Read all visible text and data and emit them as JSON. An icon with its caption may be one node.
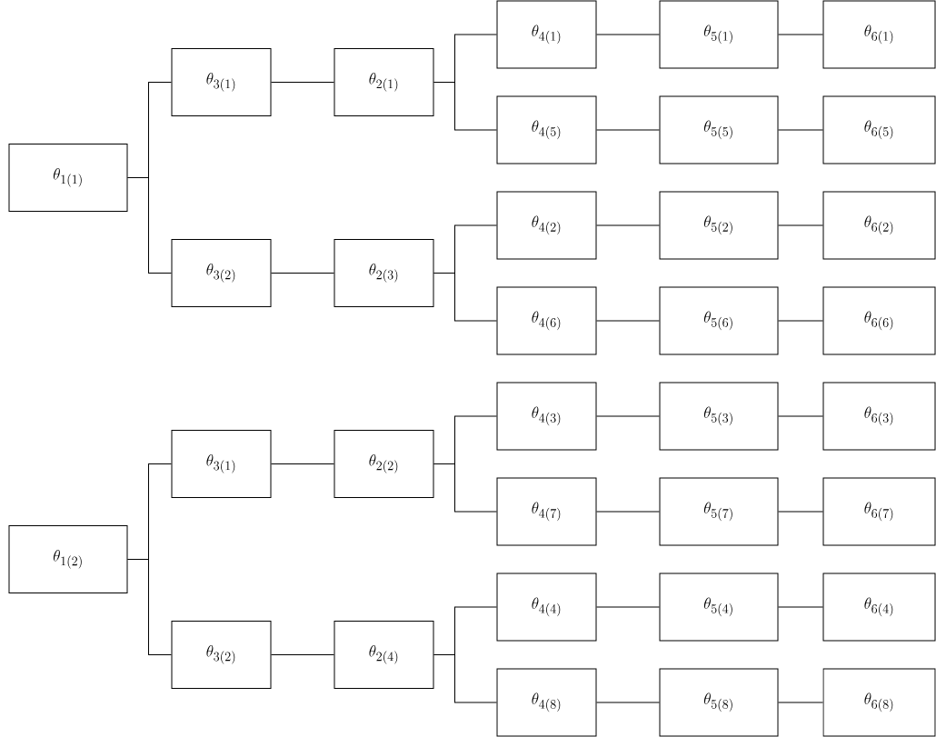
{
  "diagram": {
    "nodes": [
      {
        "text": [
          "\\theta_{1(1)}"
        ]
      },
      {
        "text": [
          "\\theta_{3(1)}"
        ]
      },
      {
        "text": [
          "\\theta_{2(1)}"
        ]
      },
      {
        "text": [
          "\\theta_{4(1)}"
        ]
      },
      {
        "text": [
          "\\theta_{5(1)}"
        ]
      },
      {
        "text": [
          "\\theta_{6(1)}"
        ]
      },
      {
        "text": [
          "\\theta_{4(5)}"
        ]
      },
      {
        "text": [
          "\\theta_{5(5)}"
        ]
      },
      {
        "text": [
          "\\theta_{6(5)}"
        ]
      },
      {
        "text": [
          "\\theta_{3(2)}"
        ]
      },
      {
        "text": [
          "\\theta_{2(3)}"
        ]
      },
      {
        "text": [
          "\\theta_{4(2)}"
        ]
      },
      {
        "text": [
          "\\theta_{5(2)}"
        ]
      },
      {
        "text": [
          "\\theta_{6(2)}"
        ]
      },
      {
        "text": [
          "\\theta_{4(6)}"
        ]
      },
      {
        "text": [
          "\\theta_{5(6)}"
        ]
      },
      {
        "text": [
          "\\theta_{6(6)}"
        ]
      },
      {
        "text": [
          "\\theta_{1(2)}"
        ]
      },
      {
        "text": [
          "\\theta_{3(1)}"
        ]
      },
      {
        "text": [
          "\\theta_{2(2)}"
        ]
      },
      {
        "text": [
          "\\theta_{4(3)}"
        ]
      },
      {
        "text": [
          "\\theta_{5(3)}"
        ]
      },
      {
        "text": [
          "\\theta_{6(3)}"
        ]
      },
      {
        "text": [
          "\\theta_{4(7)}"
        ]
      },
      {
        "text": [
          "\\theta_{5(7)}"
        ]
      },
      {
        "text": [
          "\\theta_{6(7)}"
        ]
      },
      {
        "text": [
          "\\theta_{3(2)}"
        ]
      },
      {
        "text": [
          "\\theta_{2(4)}"
        ]
      },
      {
        "text": [
          "\\theta_{4(4)}"
        ]
      },
      {
        "text": [
          "\\theta_{5(4)}"
        ]
      },
      {
        "text": [
          "\\theta_{6(4)}"
        ]
      },
      {
        "text": [
          "\\theta_{4(8)}"
        ]
      },
      {
        "text": [
          "\\theta_{5(8)}"
        ]
      },
      {
        "text": [
          "\\theta_{6(8)}"
        ]
      }
    ],
    "edges": [
      {
        "from": 0,
        "to": 1,
        "arrow": "none"
      },
      {
        "from": 0,
        "to": 9,
        "arrow": "none"
      },
      {
        "from": 1,
        "to": 2,
        "arrow": "none"
      },
      {
        "from": 2,
        "to": 3,
        "arrow": "none"
      },
      {
        "from": 2,
        "to": 6,
        "arrow": "none"
      },
      {
        "from": 3,
        "to": 4,
        "arrow": "none"
      },
      {
        "from": 4,
        "to": 5,
        "arrow": "none"
      },
      {
        "from": 6,
        "to": 7,
        "arrow": "none"
      },
      {
        "from": 7,
        "to": 8,
        "arrow": "none"
      },
      {
        "from": 9,
        "to": 10,
        "arrow": "none"
      },
      {
        "from": 10,
        "to": 11,
        "arrow": "none"
      },
      {
        "from": 10,
        "to": 14,
        "arrow": "none"
      },
      {
        "from": 11,
        "to": 12,
        "arrow": "none"
      },
      {
        "from": 12,
        "to": 13,
        "arrow": "none"
      },
      {
        "from": 14,
        "to": 15,
        "arrow": "none"
      },
      {
        "from": 15,
        "to": 16,
        "arrow": "none"
      },
      {
        "from": 17,
        "to": 18,
        "arrow": "none"
      },
      {
        "from": 17,
        "to": 26,
        "arrow": "none"
      },
      {
        "from": 18,
        "to": 19,
        "arrow": "none"
      },
      {
        "from": 19,
        "to": 20,
        "arrow": "none"
      },
      {
        "from": 19,
        "to": 23,
        "arrow": "none"
      },
      {
        "from": 20,
        "to": 21,
        "arrow": "none"
      },
      {
        "from": 21,
        "to": 22,
        "arrow": "none"
      },
      {
        "from": 23,
        "to": 24,
        "arrow": "none"
      },
      {
        "from": 24,
        "to": 25,
        "arrow": "none"
      },
      {
        "from": 26,
        "to": 27,
        "arrow": "none"
      },
      {
        "from": 27,
        "to": 28,
        "arrow": "none"
      },
      {
        "from": 27,
        "to": 31,
        "arrow": "none"
      },
      {
        "from": 28,
        "to": 29,
        "arrow": "none"
      },
      {
        "from": 29,
        "to": 30,
        "arrow": "none"
      },
      {
        "from": 31,
        "to": 32,
        "arrow": "none"
      },
      {
        "from": 32,
        "to": 33,
        "arrow": "none"
      }
    ]
  }
}
